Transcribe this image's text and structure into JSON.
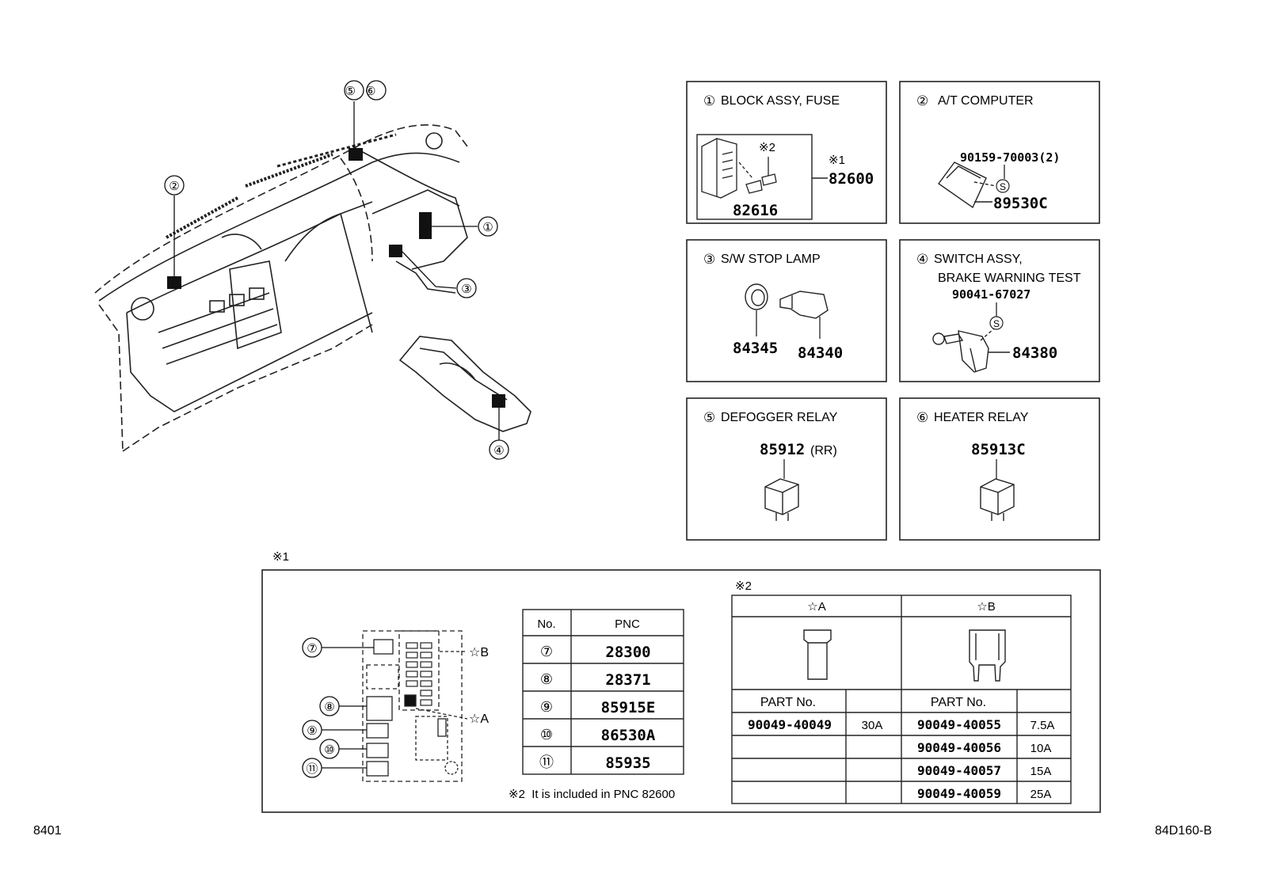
{
  "dashboard_callouts": [
    "①",
    "②",
    "③",
    "④",
    "⑤⑥"
  ],
  "panels": [
    {
      "num": "①",
      "title": "BLOCK ASSY, FUSE",
      "title2": "",
      "labels": [
        "※2",
        "※1",
        "82600",
        "82616"
      ]
    },
    {
      "num": "②",
      "title": "A/T COMPUTER",
      "title2": "",
      "labels": [
        "90159-70003(2)",
        "89530C",
        "S"
      ]
    },
    {
      "num": "③",
      "title": "S/W STOP LAMP",
      "title2": "",
      "labels": [
        "84345",
        "84340"
      ]
    },
    {
      "num": "④",
      "title": "SWITCH ASSY,",
      "title2": "BRAKE WARNING TEST",
      "labels": [
        "90041-67027",
        "84380",
        "S"
      ]
    },
    {
      "num": "⑤",
      "title": "DEFOGGER RELAY",
      "title2": "",
      "labels": [
        "85912",
        "(RR)"
      ]
    },
    {
      "num": "⑥",
      "title": "HEATER RELAY",
      "title2": "",
      "labels": [
        "85913C"
      ]
    }
  ],
  "note1": {
    "mark": "※1",
    "fuse_block_callouts": [
      "⑦",
      "⑧",
      "⑨",
      "⑩",
      "⑪"
    ],
    "star_a": "☆A",
    "star_b": "☆B",
    "pnc_table": {
      "headers": [
        "No.",
        "PNC"
      ],
      "rows": [
        [
          "⑦",
          "28300"
        ],
        [
          "⑧",
          "28371"
        ],
        [
          "⑨",
          "85915E"
        ],
        [
          "⑩",
          "86530A"
        ],
        [
          "⑪",
          "85935"
        ]
      ]
    },
    "footnote": "※2  It is included in PNC 82600"
  },
  "note2": {
    "mark": "※2",
    "col_a": "☆A",
    "col_b": "☆B",
    "part_header": "PART No.",
    "rows": [
      [
        "90049-40049",
        "30A",
        "90049-40055",
        "7.5A"
      ],
      [
        "",
        "",
        "90049-40056",
        "10A"
      ],
      [
        "",
        "",
        "90049-40057",
        "15A"
      ],
      [
        "",
        "",
        "90049-40059",
        "25A"
      ]
    ]
  },
  "footer": {
    "left": "8401",
    "right": "84D160-B"
  }
}
